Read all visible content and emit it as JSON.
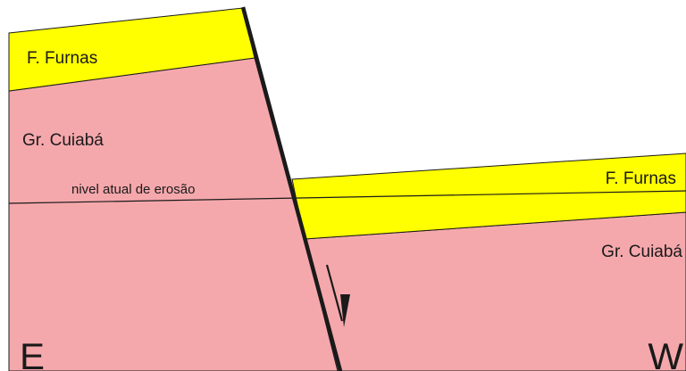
{
  "colors": {
    "background": "#ffffff",
    "cuiaba": "#f5a8ac",
    "furnas": "#ffff00",
    "lines": "#1a1a1a"
  },
  "left_block": {
    "furnas_label": "F. Furnas",
    "cuiaba_label": "Gr. Cuiabá",
    "direction_label": "E"
  },
  "right_block": {
    "furnas_label": "F. Furnas",
    "cuiaba_label": "Gr. Cuiabá",
    "direction_label": "W"
  },
  "erosion_label": "nivel atual de erosão",
  "icons": {
    "slip_arrow": "arrow-down-icon"
  }
}
